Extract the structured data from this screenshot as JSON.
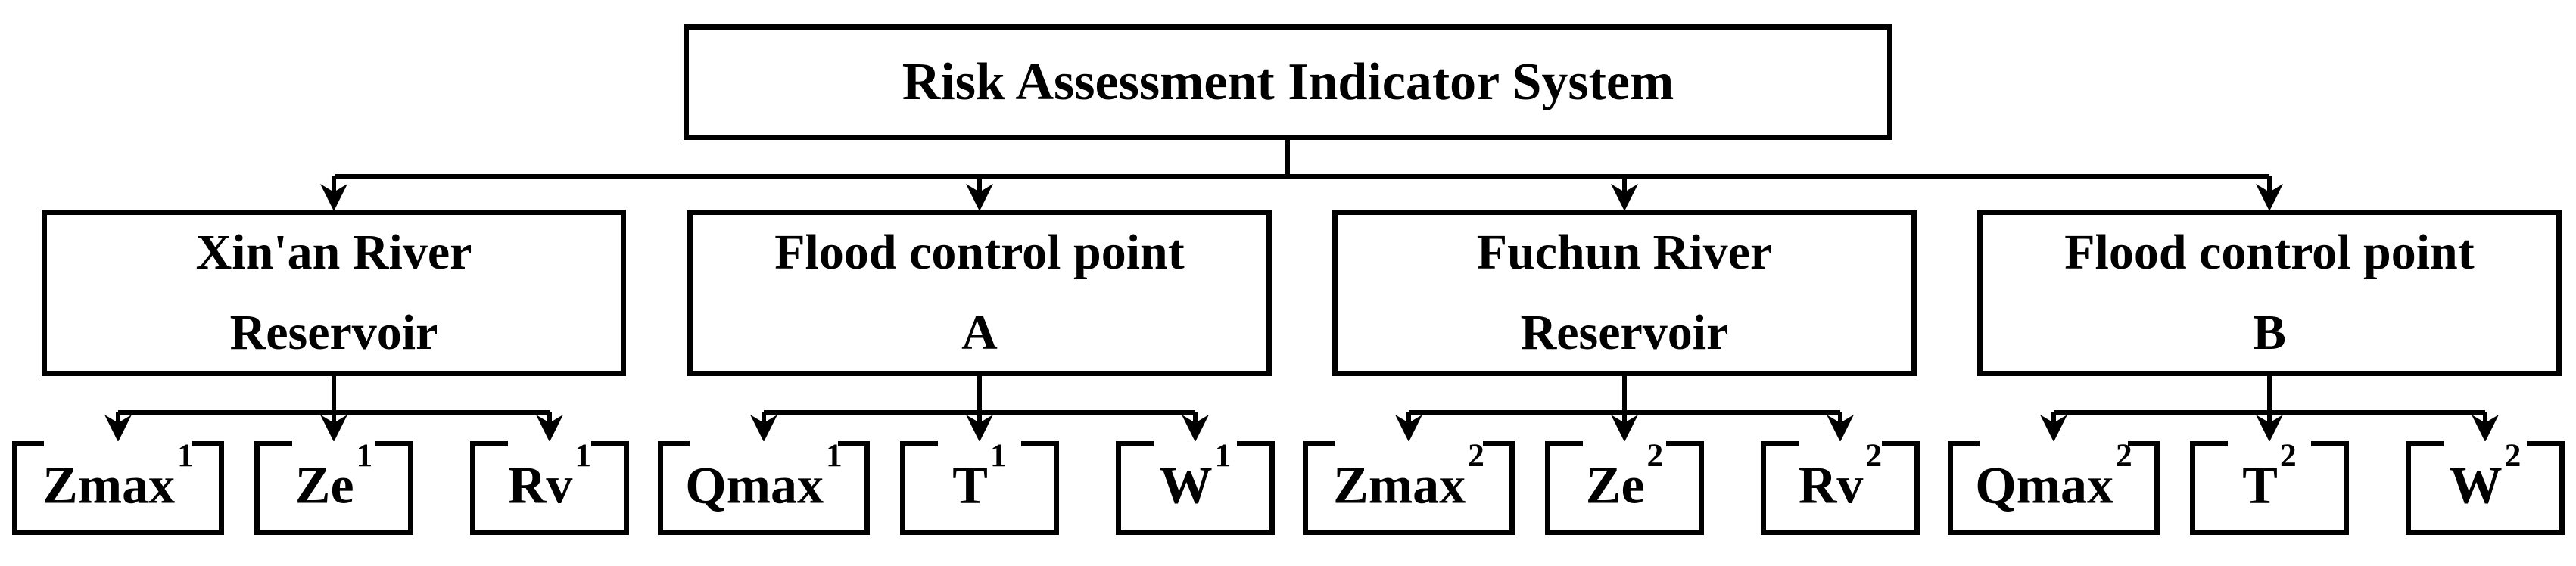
{
  "diagram": {
    "title": "Risk Assessment Indicator System",
    "root": {
      "label": "Risk Assessment Indicator System"
    },
    "groups": [
      {
        "label_line1": "Xin'an River",
        "label_line2": "Reservoir",
        "leaves": [
          {
            "base": "Zmax",
            "sup": "1"
          },
          {
            "base": "Ze",
            "sup": "1"
          },
          {
            "base": "Rv",
            "sup": "1"
          }
        ]
      },
      {
        "label_line1": "Flood control point",
        "label_line2": "A",
        "leaves": [
          {
            "base": "Qmax",
            "sup": "1"
          },
          {
            "base": "T",
            "sup": "1"
          },
          {
            "base": "W",
            "sup": "1"
          }
        ]
      },
      {
        "label_line1": "Fuchun River",
        "label_line2": "Reservoir",
        "leaves": [
          {
            "base": "Zmax",
            "sup": "2"
          },
          {
            "base": "Ze",
            "sup": "2"
          },
          {
            "base": "Rv",
            "sup": "2"
          }
        ]
      },
      {
        "label_line1": "Flood control point",
        "label_line2": "B",
        "leaves": [
          {
            "base": "Qmax",
            "sup": "2"
          },
          {
            "base": "T",
            "sup": "2"
          },
          {
            "base": "W",
            "sup": "2"
          }
        ]
      }
    ],
    "colors": {
      "line": "#000000",
      "text": "#000000",
      "background": "#ffffff"
    }
  }
}
